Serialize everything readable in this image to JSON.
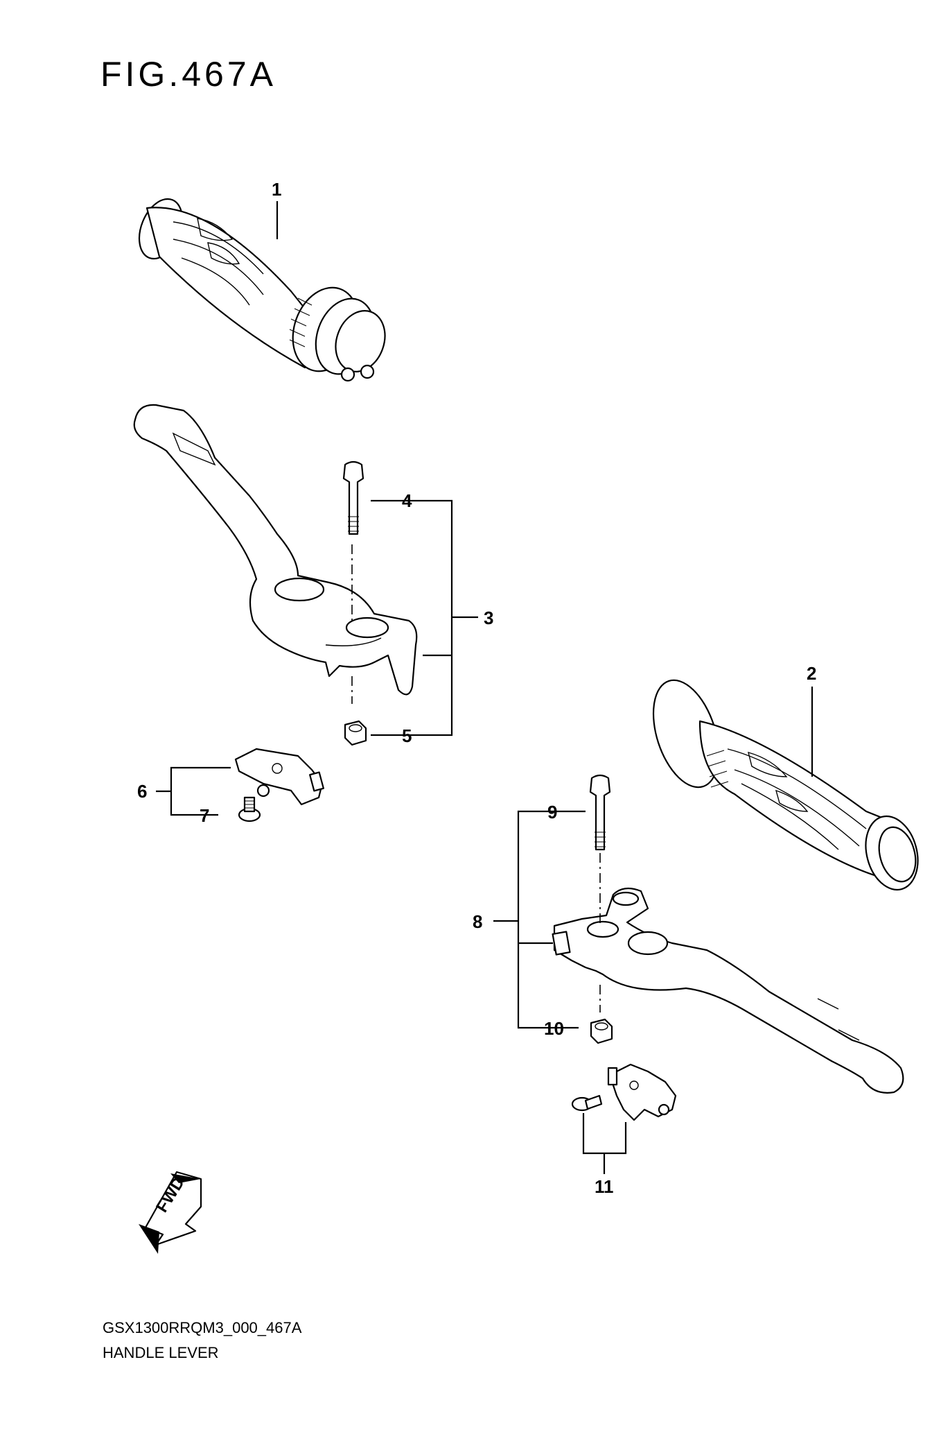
{
  "figure": {
    "title": "FIG.467A",
    "code": "GSX1300RRQM3_000_467A",
    "name": "HANDLE LEVER"
  },
  "callouts": [
    {
      "id": "callout-1",
      "label": "1"
    },
    {
      "id": "callout-2",
      "label": "2"
    },
    {
      "id": "callout-3",
      "label": "3"
    },
    {
      "id": "callout-4",
      "label": "4"
    },
    {
      "id": "callout-5",
      "label": "5"
    },
    {
      "id": "callout-6",
      "label": "6"
    },
    {
      "id": "callout-7",
      "label": "7"
    },
    {
      "id": "callout-8",
      "label": "8"
    },
    {
      "id": "callout-9",
      "label": "9"
    },
    {
      "id": "callout-10",
      "label": "10"
    },
    {
      "id": "callout-11",
      "label": "11"
    }
  ],
  "direction_arrow": {
    "label": "FWD"
  }
}
